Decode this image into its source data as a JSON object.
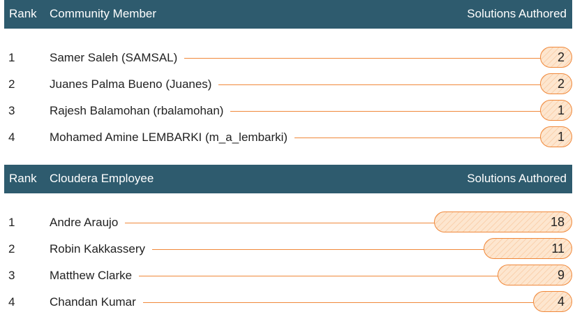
{
  "community": {
    "header": {
      "rank": "Rank",
      "member": "Community Member",
      "solutions": "Solutions Authored"
    },
    "rows": [
      {
        "rank": "1",
        "name": "Samer Saleh (SAMSAL)",
        "solutions": "2"
      },
      {
        "rank": "2",
        "name": "Juanes Palma Bueno (Juanes)",
        "solutions": "2"
      },
      {
        "rank": "3",
        "name": "Rajesh Balamohan (rbalamohan)",
        "solutions": "1"
      },
      {
        "rank": "4",
        "name": "Mohamed Amine LEMBARKI (m_a_lembarki)",
        "solutions": "1"
      }
    ]
  },
  "employee": {
    "header": {
      "rank": "Rank",
      "member": "Cloudera Employee",
      "solutions": "Solutions Authored"
    },
    "rows": [
      {
        "rank": "1",
        "name": "Andre Araujo",
        "solutions": "18"
      },
      {
        "rank": "2",
        "name": "Robin Kakkassery",
        "solutions": "11"
      },
      {
        "rank": "3",
        "name": "Matthew Clarke",
        "solutions": "9"
      },
      {
        "rank": "4",
        "name": "Chandan Kumar",
        "solutions": "4"
      }
    ]
  },
  "colors": {
    "header_bg": "#2e5b6e",
    "accent": "#f0883a",
    "pill_fill": "#fde6cf"
  }
}
